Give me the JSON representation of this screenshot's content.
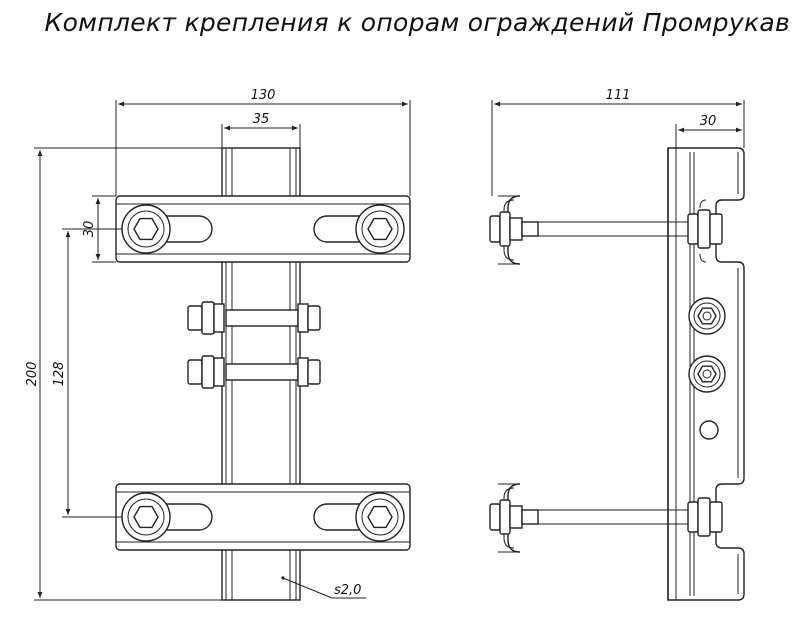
{
  "title": "Комплект крепления к опорам ограждений Промрукав",
  "dimensions": {
    "front_width": "130",
    "channel_width": "35",
    "total_height": "200",
    "bracket_height": "30",
    "bracket_spacing": "128",
    "side_depth": "111",
    "side_flange": "30",
    "thickness": "s2,0"
  },
  "colors": {
    "line": "#222222",
    "fill": "#d8d8d8",
    "background": "#ffffff"
  }
}
